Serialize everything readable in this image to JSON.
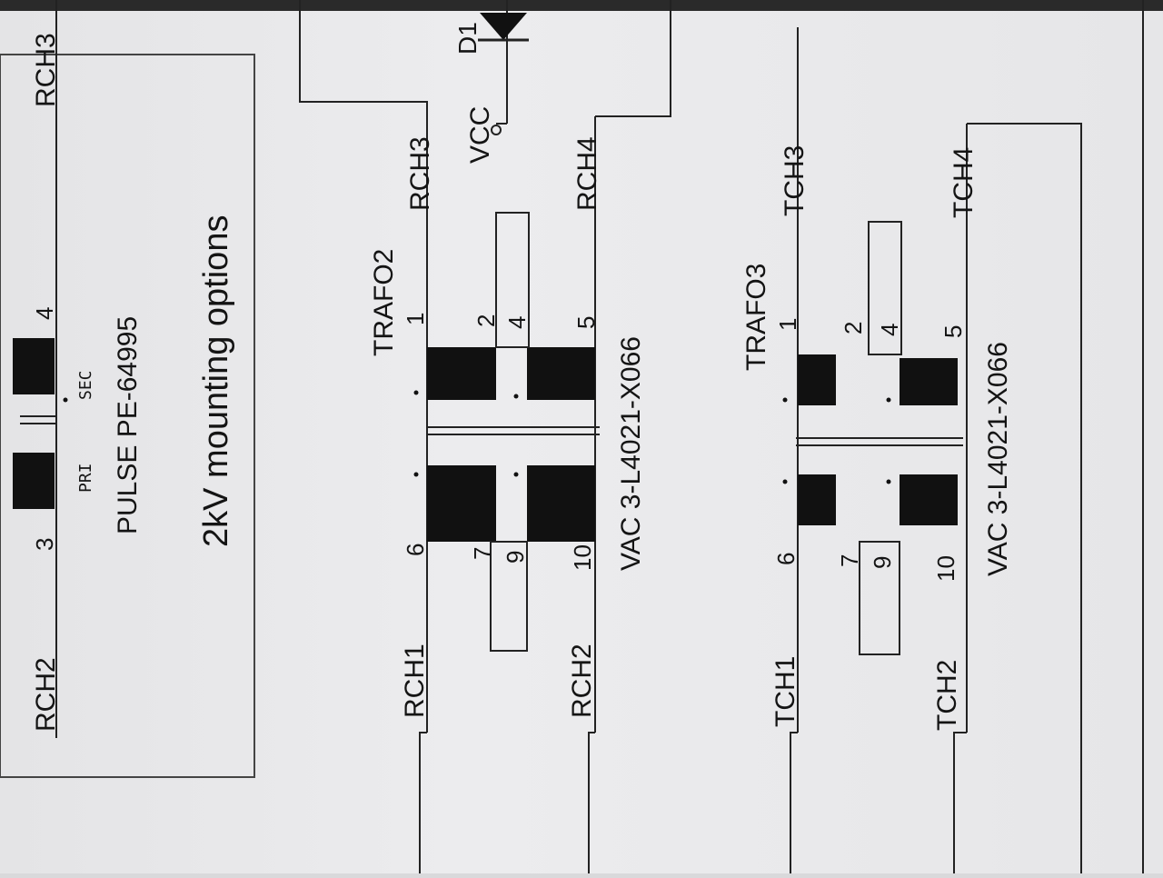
{
  "pulse": {
    "net_left": "RCH2",
    "net_right": "RCH3",
    "pin_left": "3",
    "pin_right": "4",
    "pri_label": "PRI",
    "sec_label": "SEC",
    "part": "PULSE PE-64995",
    "note": "2kV mounting options"
  },
  "trafo2": {
    "ref": "TRAFO2",
    "part": "VAC 3-L4021-X066",
    "pins": [
      "6",
      "7",
      "9",
      "10",
      "1",
      "2",
      "4",
      "5"
    ],
    "nets": [
      "RCH1",
      "RCH2",
      "RCH3",
      "RCH4"
    ]
  },
  "trafo3": {
    "ref": "TRAFO3",
    "part": "VAC 3-L4021-X066",
    "pins": [
      "6",
      "7",
      "9",
      "10",
      "1",
      "2",
      "4",
      "5"
    ],
    "nets": [
      "TCH1",
      "TCH2",
      "TCH3",
      "TCH4"
    ]
  },
  "misc": {
    "vcc": "VCC",
    "diode": "D1"
  }
}
